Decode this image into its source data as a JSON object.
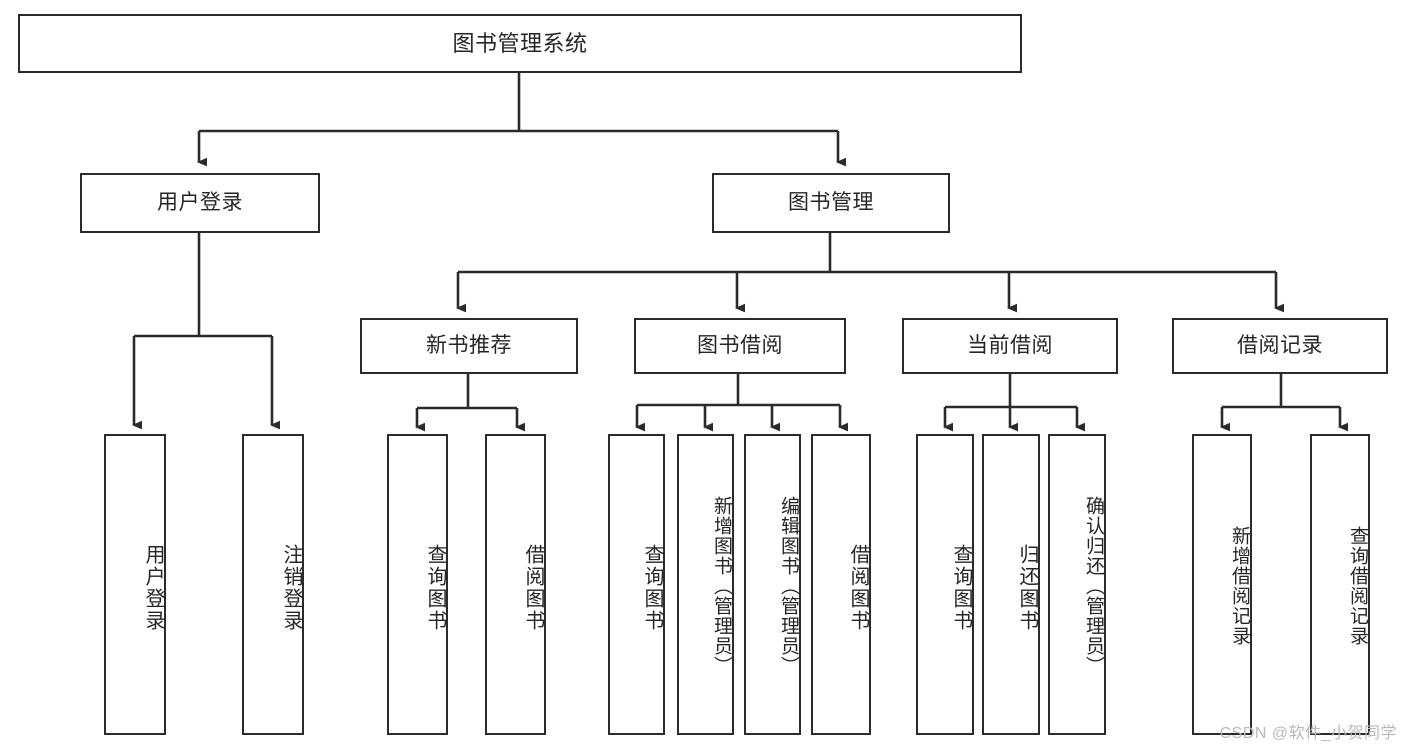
{
  "diagram": {
    "type": "tree",
    "title": "图书管理系统",
    "orientation": "top-down",
    "colors": {
      "box_border": "#2b2b2b",
      "box_fill": "#ffffff",
      "text": "#262626",
      "connector": "#2b2b2b",
      "watermark": "#b9b9b9",
      "background": "#ffffff"
    },
    "watermark": "CSDN @软件_小贺同学",
    "root": {
      "label": "图书管理系统"
    },
    "level1": [
      {
        "label": "用户登录"
      },
      {
        "label": "图书管理"
      }
    ],
    "level2": [
      {
        "label": "新书推荐"
      },
      {
        "label": "图书借阅"
      },
      {
        "label": "当前借阅"
      },
      {
        "label": "借阅记录"
      }
    ],
    "leaves": {
      "user_login": [
        {
          "label": "用户登录"
        },
        {
          "label": "注销登录"
        }
      ],
      "new_book_recommend": [
        {
          "label": "查询图书"
        },
        {
          "label": "借阅图书"
        }
      ],
      "book_borrow": [
        {
          "label": "查询图书"
        },
        {
          "label": "新增图书（管理员）"
        },
        {
          "label": "编辑图书（管理员）"
        },
        {
          "label": "借阅图书"
        }
      ],
      "current_borrow": [
        {
          "label": "查询图书"
        },
        {
          "label": "归还图书"
        },
        {
          "label": "确认归还（管理员）"
        }
      ],
      "borrow_record": [
        {
          "label": "新增借阅记录"
        },
        {
          "label": "查询借阅记录"
        }
      ]
    }
  }
}
